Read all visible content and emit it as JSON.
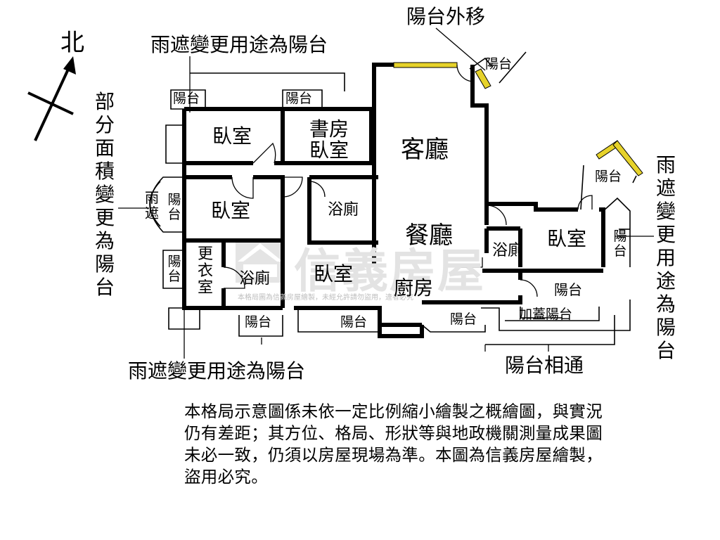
{
  "compass": {
    "label": "北"
  },
  "annotations": {
    "balcony_moved_out": "陽台外移",
    "canopy_to_balcony_top": "雨遮變更用途為陽台",
    "canopy_to_balcony_bottom": "雨遮變更用途為陽台",
    "canopy_to_balcony_right": "雨遮變更用途為陽台",
    "partial_area_to_balcony": "部分面積變更為陽台",
    "balconies_connected": "陽台相通"
  },
  "rooms": {
    "bedroom_top_left": "臥室",
    "study_line1": "書房",
    "study_line2": "臥室",
    "living_room": "客廳",
    "dining_room": "餐廳",
    "bedroom_middle_left": "臥室",
    "bathroom_center": "浴廁",
    "bathroom_left": "浴廁",
    "bathroom_right": "浴廁",
    "bedroom_lower_center": "臥室",
    "bedroom_right": "臥室",
    "closet": "更衣室",
    "kitchen": "廚房",
    "canopy_left": "雨遮",
    "balcony_top_left": "陽台",
    "balcony_top_center": "陽台",
    "balcony_top_right": "陽台",
    "balcony_right_upper": "陽台",
    "balcony_left_middle": "陽台",
    "balcony_left_lower": "陽台",
    "balcony_right_side": "陽台",
    "balcony_right_lower": "陽台",
    "balcony_bottom_1": "陽台",
    "balcony_bottom_2": "陽台",
    "balcony_bottom_3": "陽台",
    "balcony_added": "加蓋陽台"
  },
  "watermark": {
    "brand": "信義房屋",
    "notice": "本格局圖為信義房屋繪製，未經允許請勿盜用，違者必究"
  },
  "disclaimer": "本格局示意圖係未依一定比例縮小繪製之概繪圖，與實況仍有差距；其方位、格局、形狀等與地政機關測量成果圖未必一致，仍須以房屋現場為準。本圖為信義房屋繪製，盜用必究。",
  "colors": {
    "wall": "#000000",
    "window": "#e6d22a",
    "watermark": "#e3e3e3"
  }
}
